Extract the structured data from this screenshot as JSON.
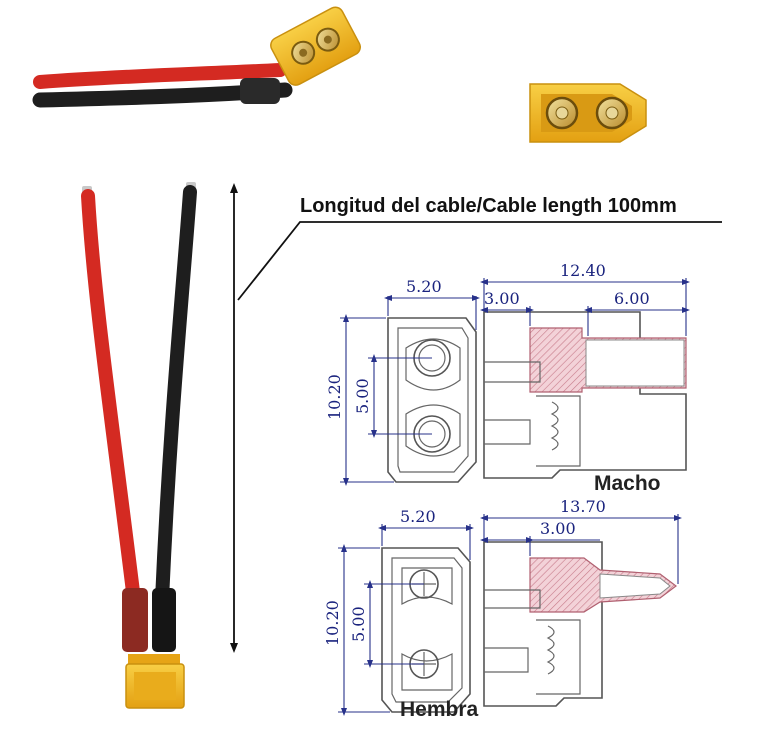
{
  "title": "Longitud del cable/Cable length 100mm",
  "male": {
    "label": "Macho",
    "front": {
      "width": "5.20",
      "height": "10.20",
      "pitch": "5.00"
    },
    "side": {
      "total": "12.40",
      "left": "3.00",
      "right": "6.00"
    }
  },
  "female": {
    "label": "Hembra",
    "front": {
      "width": "5.20",
      "height": "10.20",
      "pitch": "5.00"
    },
    "side": {
      "total": "13.70",
      "left": "3.00"
    }
  },
  "colors": {
    "red_wire": "#d42a22",
    "black_wire": "#1e1e1e",
    "connector_yellow": "#f2b81e",
    "dimension_blue": "#1a237e",
    "hatch_pink": "#e8a8b4"
  },
  "icons": [
    "double-arrow-icon"
  ]
}
